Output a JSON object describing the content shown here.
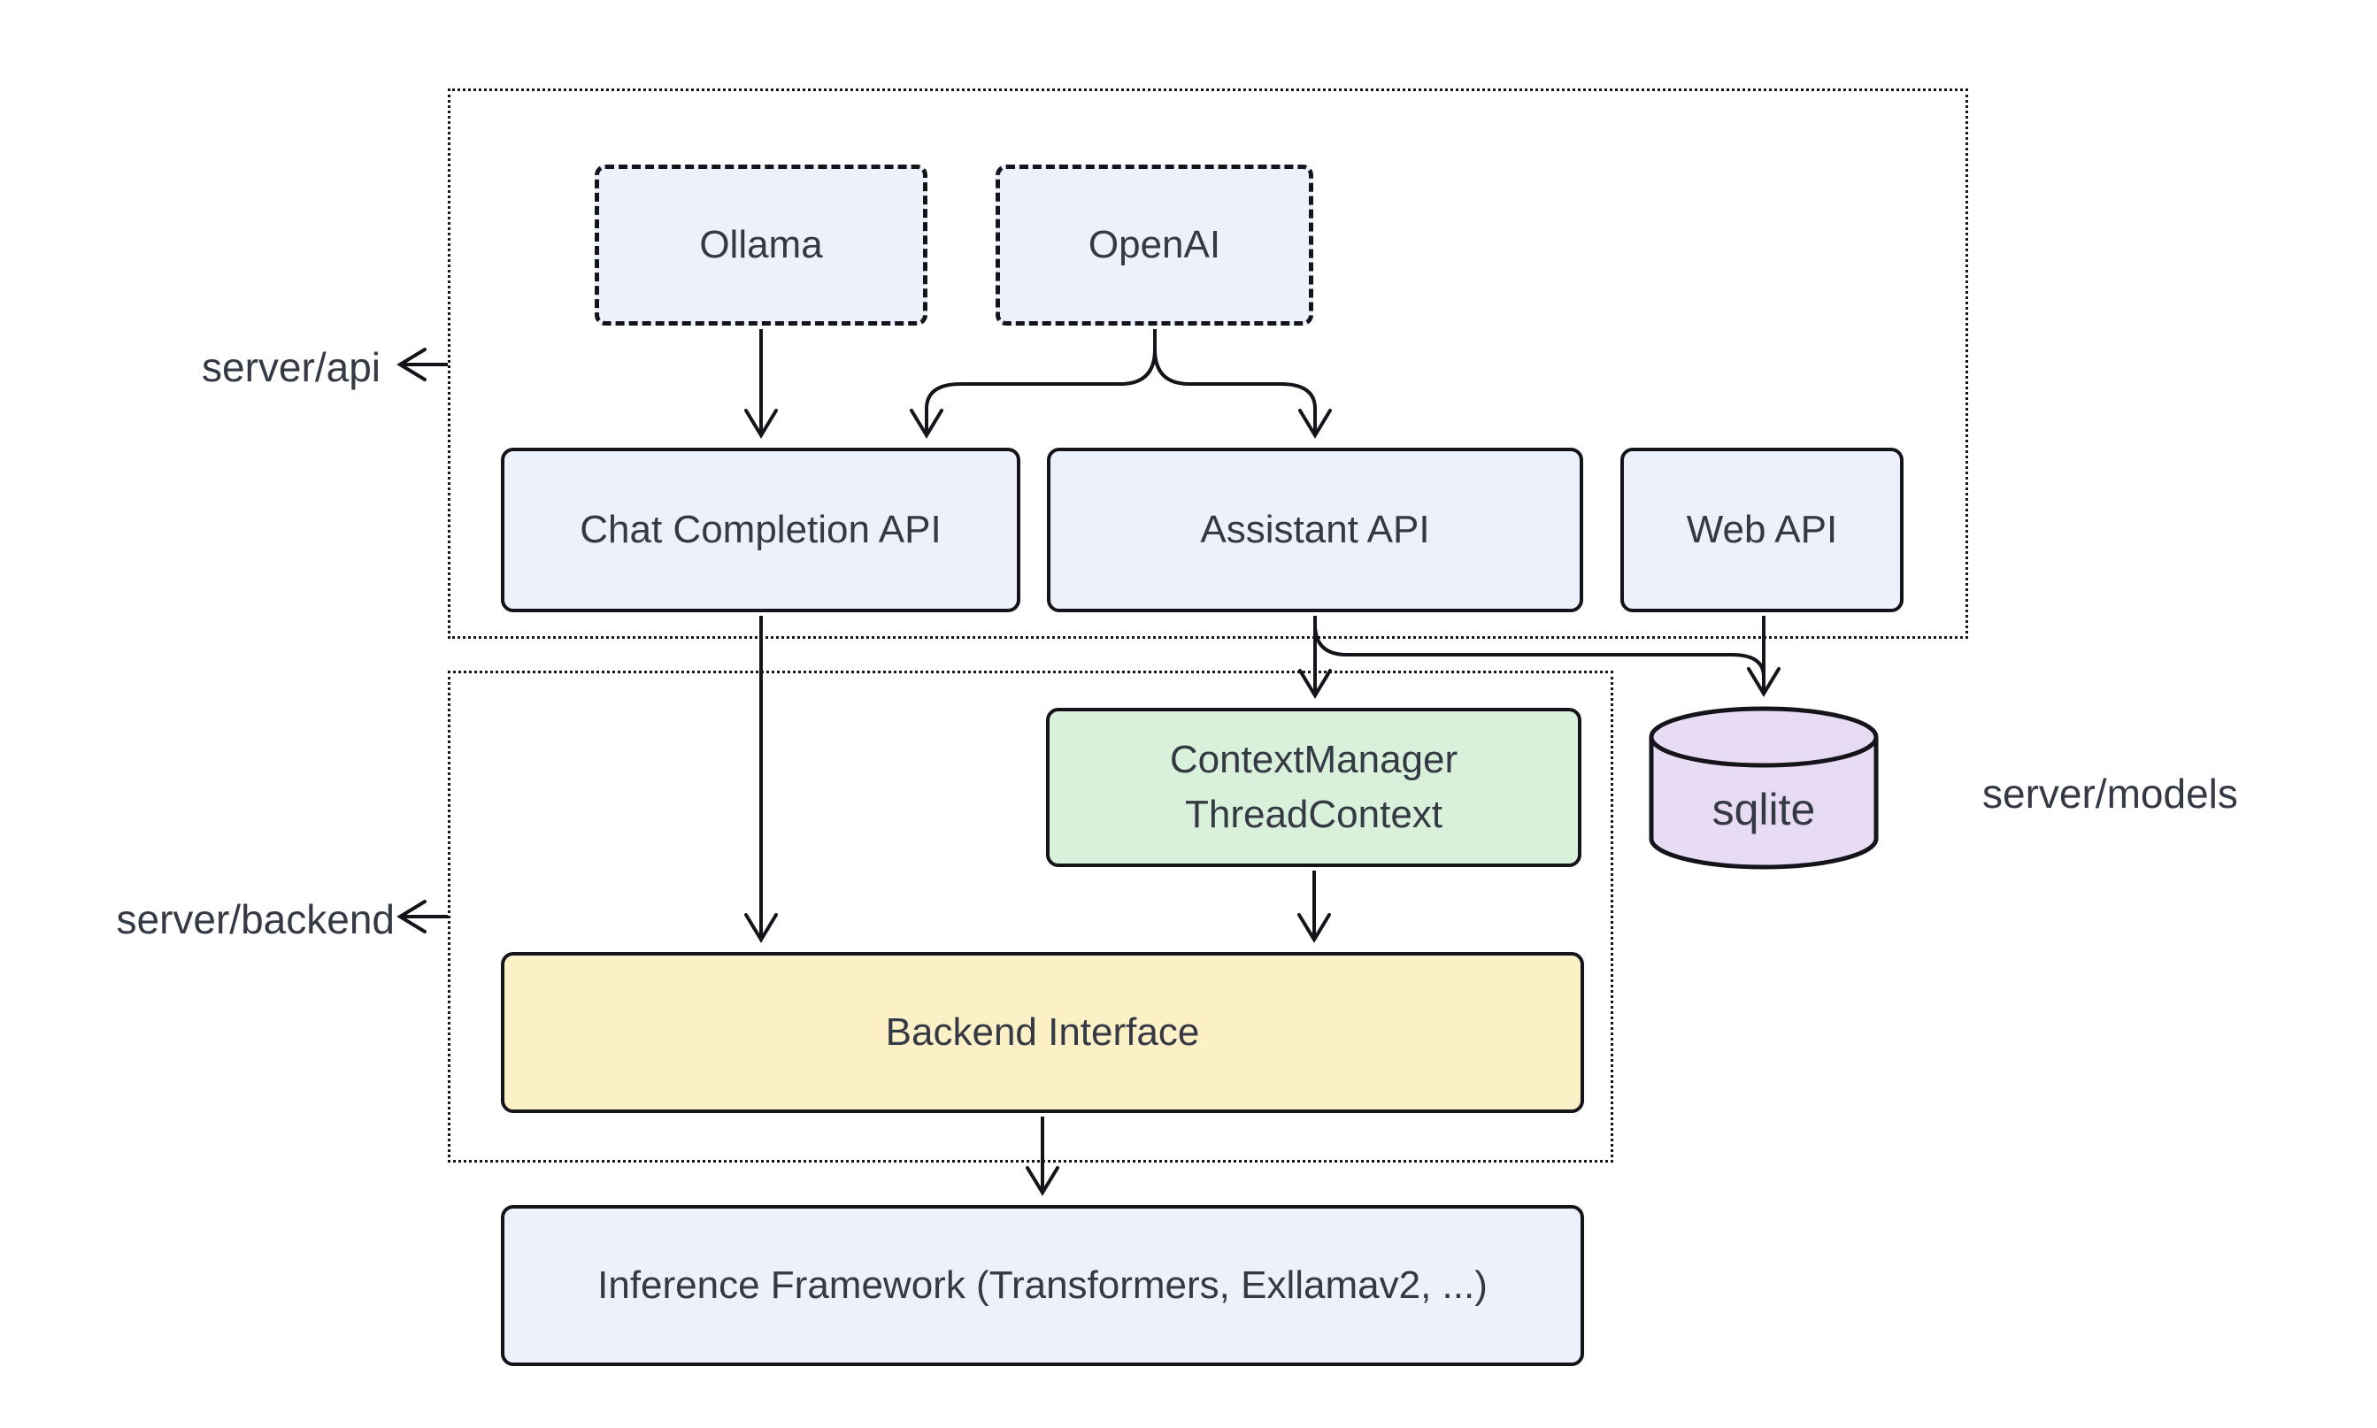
{
  "diagram": {
    "groups": {
      "api": {
        "label": "server/api"
      },
      "backend": {
        "label": "server/backend"
      },
      "models": {
        "label": "server/models"
      }
    },
    "nodes": {
      "ollama": {
        "label": "Ollama",
        "style": "dashed-blue"
      },
      "openai": {
        "label": "OpenAI",
        "style": "dashed-blue"
      },
      "chat_api": {
        "label": "Chat Completion API",
        "style": "blue"
      },
      "assistant_api": {
        "label": "Assistant API",
        "style": "blue"
      },
      "web_api": {
        "label": "Web API",
        "style": "blue"
      },
      "context_manager": {
        "line1": "ContextManager",
        "line2": "ThreadContext",
        "style": "green"
      },
      "sqlite": {
        "label": "sqlite",
        "style": "purple-cylinder"
      },
      "backend_interface": {
        "label": "Backend Interface",
        "style": "yellow"
      },
      "inference": {
        "label": "Inference Framework (Transformers, Exllamav2, ...)",
        "style": "blue"
      }
    },
    "edges": [
      {
        "from": "ollama",
        "to": "chat_api"
      },
      {
        "from": "openai",
        "to": "chat_api"
      },
      {
        "from": "openai",
        "to": "assistant_api"
      },
      {
        "from": "chat_api",
        "to": "backend_interface"
      },
      {
        "from": "assistant_api",
        "to": "context_manager"
      },
      {
        "from": "assistant_api",
        "to": "sqlite"
      },
      {
        "from": "web_api",
        "to": "sqlite"
      },
      {
        "from": "context_manager",
        "to": "backend_interface"
      },
      {
        "from": "backend_interface",
        "to": "inference"
      }
    ],
    "colors": {
      "box_blue": "#edf1fb",
      "box_green": "#d9f0db",
      "box_yellow": "#fcf0c6",
      "db_purple": "#e8dcf5",
      "stroke": "#14141a",
      "text": "#343943",
      "background": "#ffffff"
    }
  }
}
